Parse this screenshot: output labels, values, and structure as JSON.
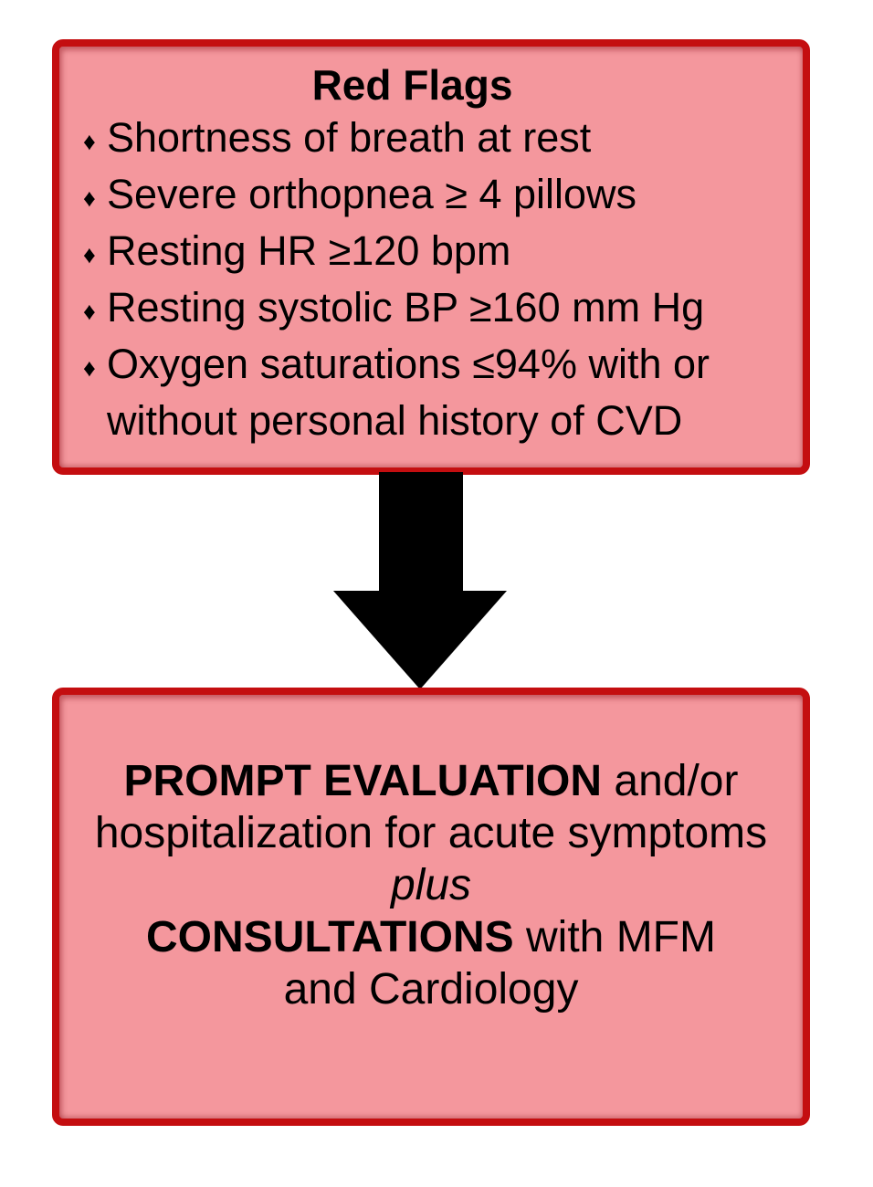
{
  "page": {
    "background": "#FFFFFF"
  },
  "colors": {
    "box_fill": "#F4979D",
    "box_border": "#C40E10",
    "arrow": "#000000",
    "text": "#000000"
  },
  "top_box": {
    "title": "Red Flags",
    "bullet_glyph": "♦",
    "items": [
      "Shortness of breath at rest",
      "Severe orthopnea ≥ 4 pillows",
      "Resting HR ≥120 bpm",
      "Resting systolic BP ≥160 mm Hg",
      "Oxygen saturations ≤94% with or\nwithout personal history of CVD"
    ]
  },
  "arrow": {
    "type": "block-arrow-down"
  },
  "bottom_box": {
    "lines": [
      {
        "segments": [
          {
            "text": "PROMPT EVALUATION",
            "style": "bold"
          },
          {
            "text": " and/or",
            "style": "regular"
          }
        ]
      },
      {
        "segments": [
          {
            "text": "hospitalization for acute symptoms",
            "style": "regular"
          }
        ]
      },
      {
        "segments": [
          {
            "text": "plus",
            "style": "italic"
          }
        ]
      },
      {
        "segments": [
          {
            "text": "CONSULTATIONS",
            "style": "bold"
          },
          {
            "text": " with MFM",
            "style": "regular"
          }
        ]
      },
      {
        "segments": [
          {
            "text": "and Cardiology",
            "style": "regular"
          }
        ]
      }
    ]
  }
}
